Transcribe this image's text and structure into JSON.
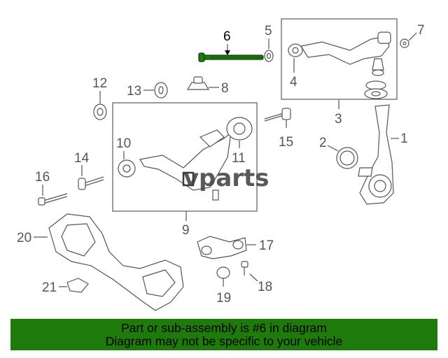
{
  "callouts": {
    "c1": "1",
    "c2": "2",
    "c3": "3",
    "c4": "4",
    "c5": "5",
    "c6": "6",
    "c7": "7",
    "c8": "8",
    "c9": "9",
    "c10": "10",
    "c11": "11",
    "c12": "12",
    "c13": "13",
    "c14": "14",
    "c15": "15",
    "c16": "16",
    "c17": "17",
    "c18": "18",
    "c19": "19",
    "c20": "20",
    "c21": "21"
  },
  "highlighted_part": "6",
  "colors": {
    "highlight": "#1f7a0c",
    "banner": "#1f7a0c",
    "lines": "#555555"
  },
  "watermark": {
    "prefix": "v",
    "text": "parts"
  },
  "banner": {
    "line1": "Part or sub-assembly is #6 in diagram",
    "line2": "Diagram may not be specific to your vehicle"
  }
}
